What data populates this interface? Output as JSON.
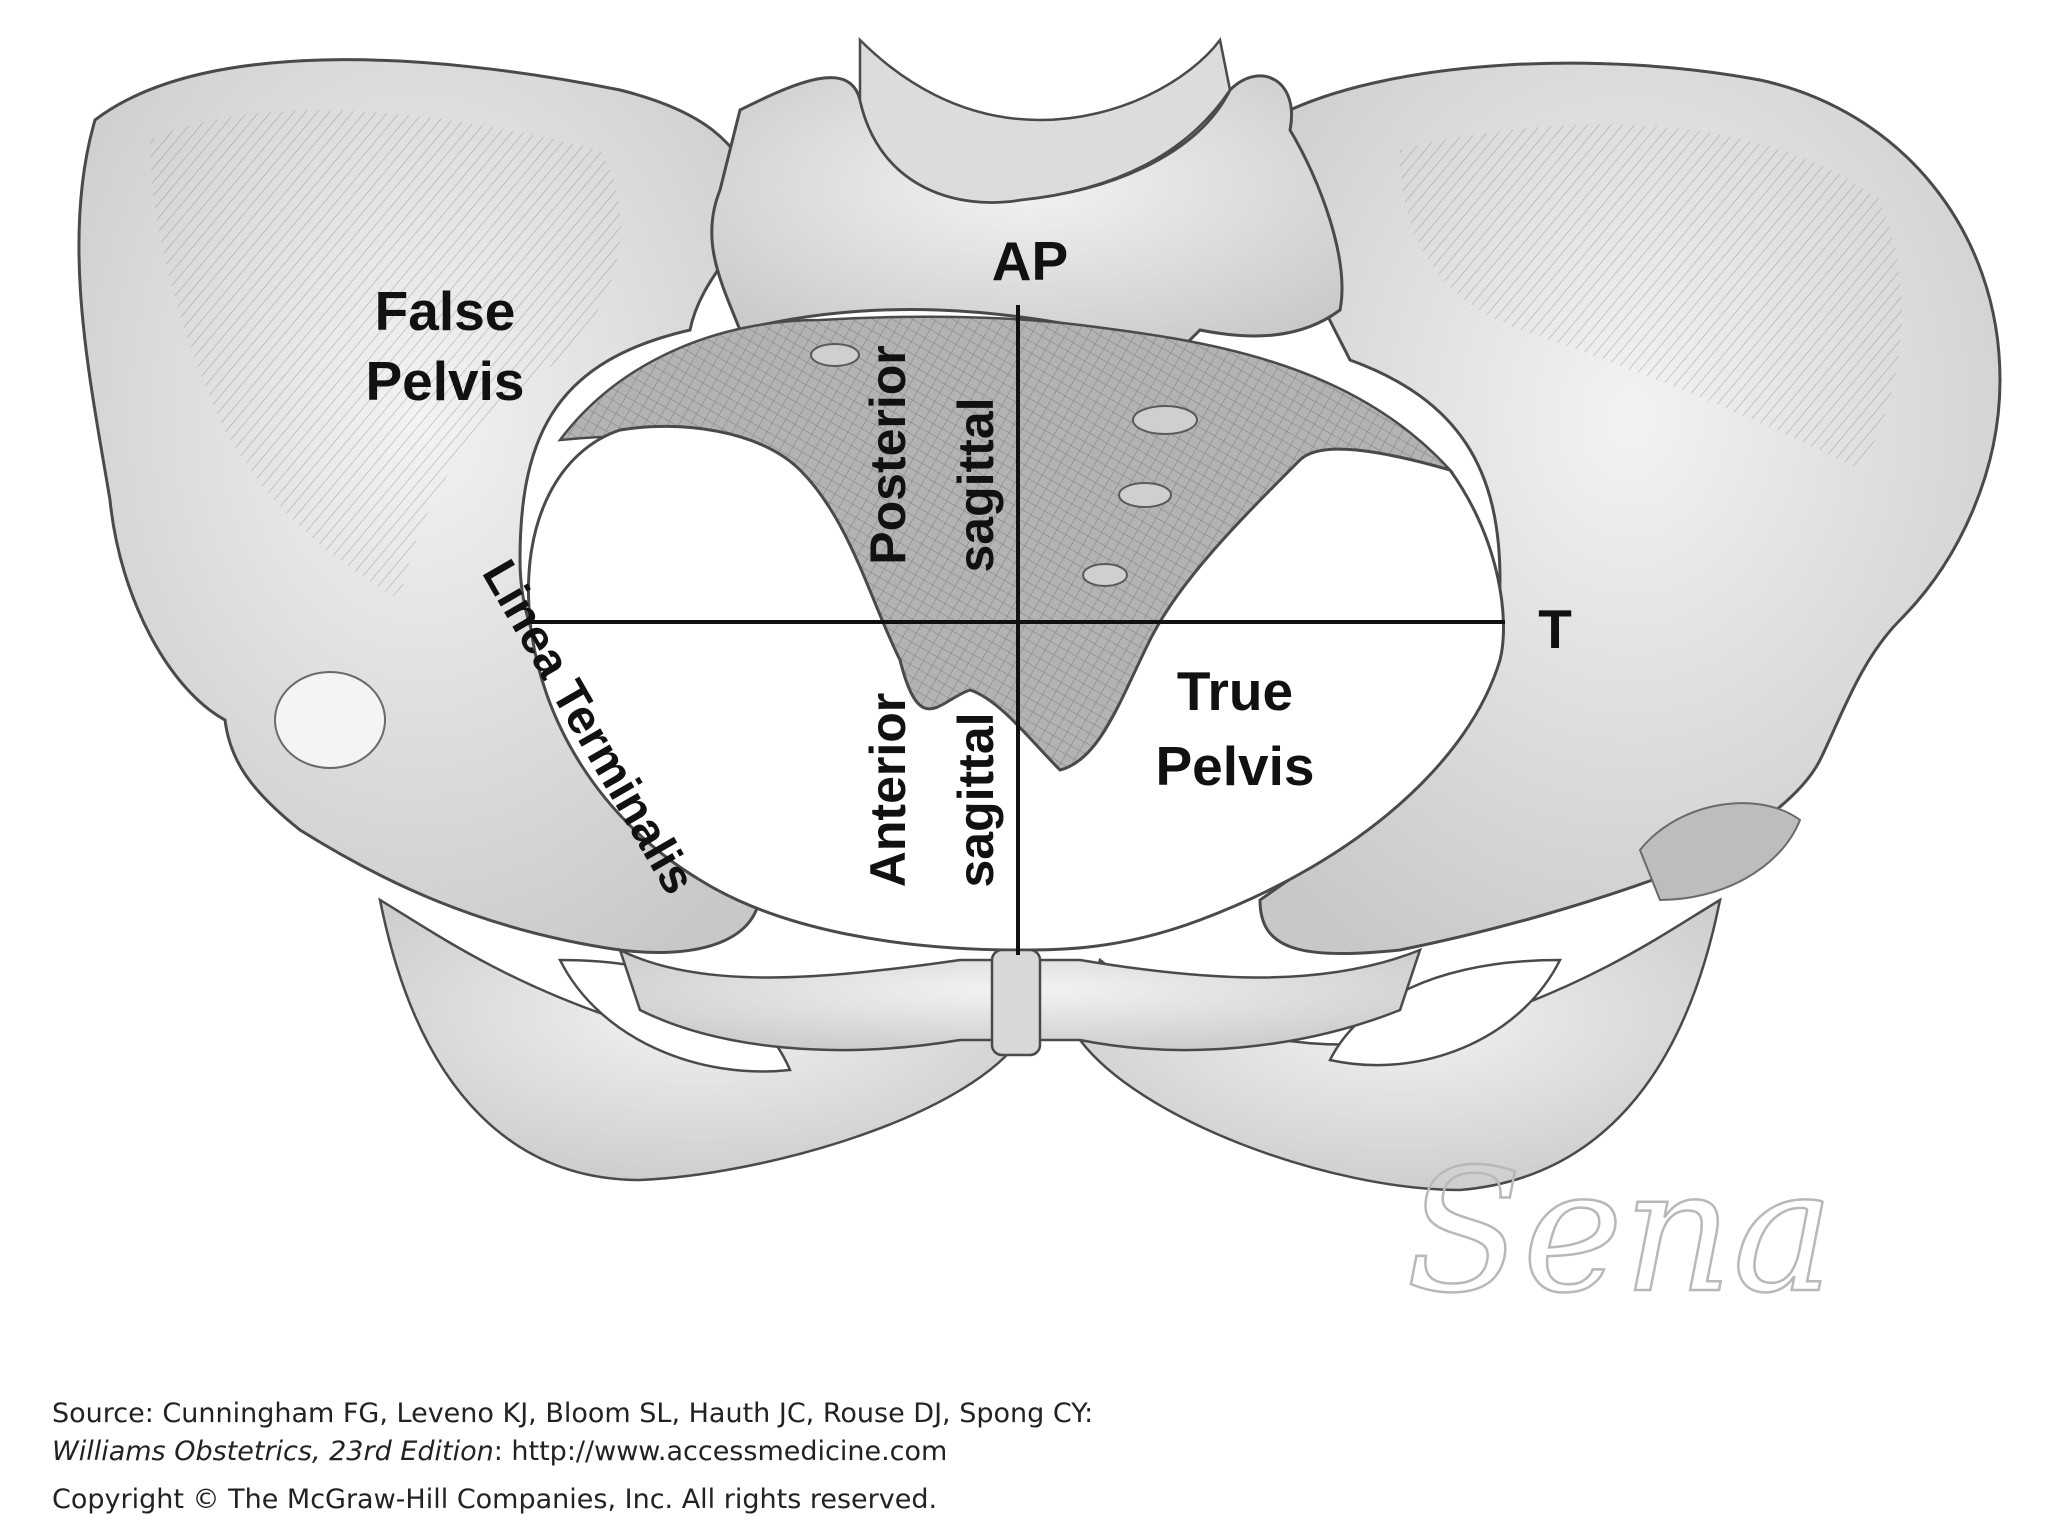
{
  "labels": {
    "false_pelvis_line1": "False",
    "false_pelvis_line2": "Pelvis",
    "true_pelvis_line1": "True",
    "true_pelvis_line2": "Pelvis",
    "ap": "AP",
    "t": "T",
    "posterior": "Posterior",
    "posterior_sagittal": "sagittal",
    "anterior": "Anterior",
    "anterior_sagittal": "sagittal",
    "linea_terminalis": "Linea Terminalis",
    "signature": "Sena"
  },
  "caption": {
    "source_prefix": "Source: Cunningham FG, Leveno KJ, Bloom SL, Hauth JC, Rouse DJ, Spong CY:",
    "book_title": "Williams Obstetrics, 23rd Edition",
    "url_part": ": http://www.accessmedicine.com",
    "copyright": "Copyright © The McGraw-Hill Companies, Inc. All rights reserved."
  },
  "colors": {
    "bone_fill": "#e6e6e6",
    "bone_shade": "#b9b9b9",
    "outline": "#4a4a4a",
    "sacrum": "#a9a9a9",
    "label": "#111111"
  }
}
